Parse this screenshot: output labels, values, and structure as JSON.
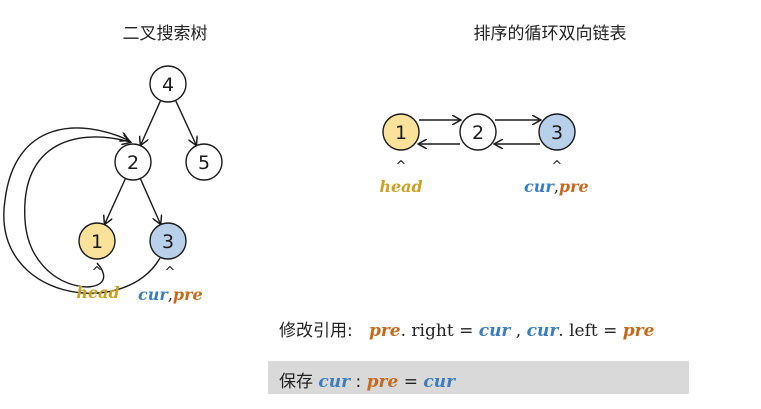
{
  "titles": {
    "bst": "二叉搜索树",
    "dll": "排序的循环双向链表"
  },
  "colors": {
    "yellow_fill": "#fbe29a",
    "blue_fill": "#b8d0ea",
    "white_fill": "#ffffff",
    "head_label": "#c9a227",
    "cur_label": "#3d7dbf",
    "pre_label": "#c46a1f",
    "band": "#d9d9d9"
  },
  "bst": {
    "nodes": [
      {
        "id": "n4",
        "label": "4",
        "fill": "white"
      },
      {
        "id": "n2",
        "label": "2",
        "fill": "white"
      },
      {
        "id": "n5",
        "label": "5",
        "fill": "white"
      },
      {
        "id": "n1",
        "label": "1",
        "fill": "yellow"
      },
      {
        "id": "n3",
        "label": "3",
        "fill": "blue"
      }
    ],
    "edges": [
      [
        "n4",
        "n2"
      ],
      [
        "n4",
        "n5"
      ],
      [
        "n2",
        "n1"
      ],
      [
        "n2",
        "n3"
      ]
    ],
    "labels": {
      "caret": "^",
      "head": "head",
      "cur": "cur",
      "comma": ",",
      "pre": "pre"
    }
  },
  "dll": {
    "nodes": [
      {
        "id": "d1",
        "label": "1",
        "fill": "yellow"
      },
      {
        "id": "d2",
        "label": "2",
        "fill": "white"
      },
      {
        "id": "d3",
        "label": "3",
        "fill": "blue"
      }
    ],
    "labels": {
      "caret": "^",
      "head": "head",
      "cur": "cur",
      "comma": ",",
      "pre": "pre"
    }
  },
  "formulas": {
    "modify": {
      "prefix": "修改引用:",
      "pre": "pre",
      "dot_right": ". right = ",
      "cur": "cur",
      "sep": " ,  ",
      "cur2": "cur",
      "dot_left": ". left = ",
      "pre2": "pre"
    },
    "save": {
      "prefix": "保存 ",
      "cur": "cur",
      "colon": " :   ",
      "pre": "pre",
      "eq": " = ",
      "cur2": "cur"
    }
  }
}
